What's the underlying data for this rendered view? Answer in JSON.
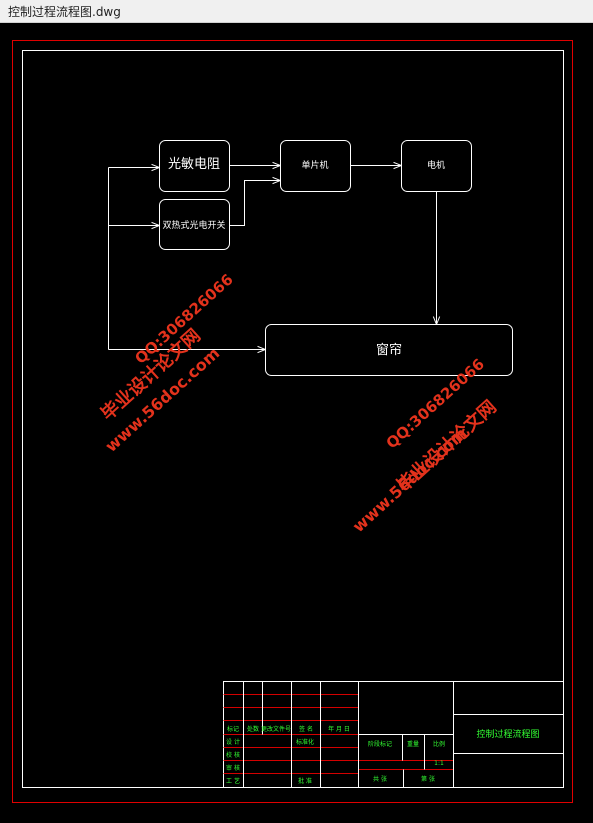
{
  "window": {
    "title": "控制过程流程图.dwg"
  },
  "colors": {
    "background": "#000000",
    "outer_frame": "#e00000",
    "lines": "#ffffff",
    "title_block_red": "#d40000",
    "title_block_green": "#33ff33",
    "watermark": "#e3321c"
  },
  "blocks": {
    "photoresistor": "光敏电阻",
    "pyro_switch": "双热式光电开关",
    "mcu": "单片机",
    "motor": "电机",
    "curtain": "窗帘"
  },
  "watermarks": {
    "site_name": "毕业设计论文网",
    "site_url": "www.56doc.com",
    "qq": "QQ:306826066"
  },
  "title_block": {
    "drawing_title": "控制过程流程图",
    "row_mark": "标记",
    "row_count": "处数",
    "row_file": "更改文件号",
    "row_sign": "签 名",
    "row_date": "年 月 日",
    "design": "设 计",
    "check": "校 核",
    "review": "审 核",
    "craft": "工 艺",
    "standard": "标准化",
    "approve": "批 准",
    "stage_mark": "阶段标记",
    "weight": "重量",
    "scale": "比例",
    "scale_value": "1:1",
    "sheets_total": "共 张",
    "sheet_no": "第 张"
  }
}
